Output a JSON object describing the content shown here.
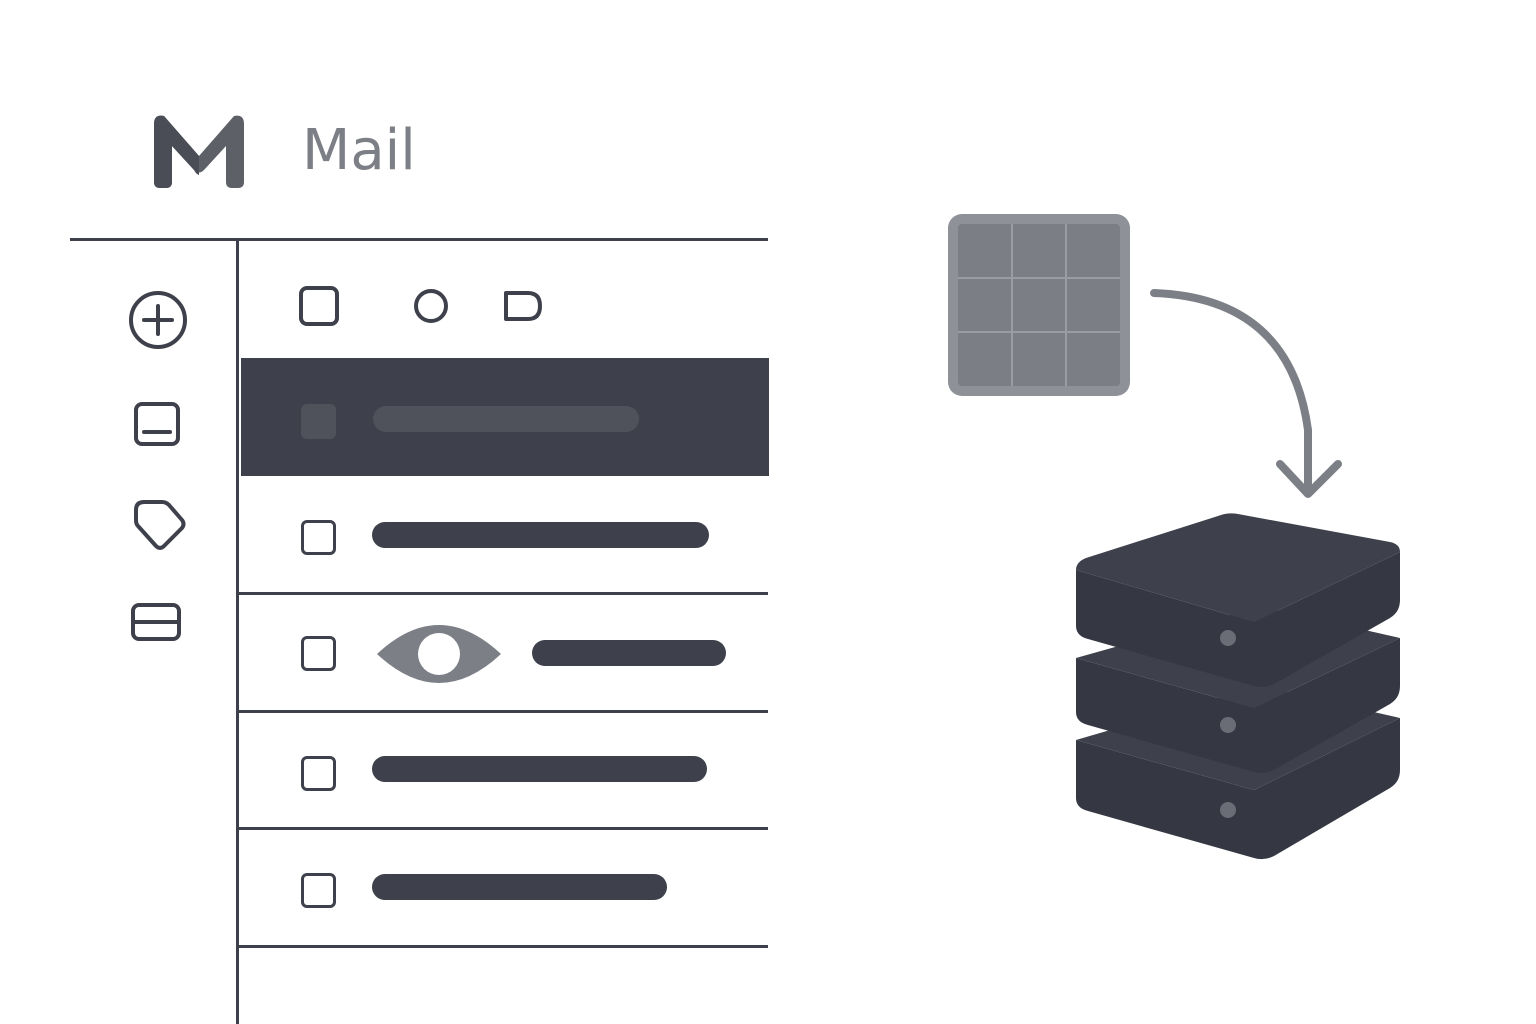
{
  "app": {
    "title": "Mail",
    "logo_icon": "m-logo-icon"
  },
  "sidebar": {
    "items": [
      {
        "icon": "compose-plus-icon"
      },
      {
        "icon": "inbox-tray-icon"
      },
      {
        "icon": "label-tag-icon"
      },
      {
        "icon": "card-folder-icon"
      }
    ]
  },
  "toolbar": {
    "icons": [
      "select-all-checkbox-icon",
      "circle-icon",
      "label-outline-icon"
    ]
  },
  "message_list": {
    "rows": [
      {
        "state": "selected",
        "has_eye_icon": false
      },
      {
        "state": "normal",
        "has_eye_icon": false
      },
      {
        "state": "normal",
        "has_eye_icon": true
      },
      {
        "state": "normal",
        "has_eye_icon": false
      },
      {
        "state": "normal",
        "has_eye_icon": false
      }
    ]
  },
  "diagram": {
    "source_icon": "grid-block-icon",
    "arrow_icon": "curved-arrow-down-icon",
    "target_icon": "server-stack-icon"
  },
  "colors": {
    "dark": "#3e414b",
    "mid_gray": "#7d7f87",
    "grid_fill": "#7c7e86",
    "background": "#ffffff"
  }
}
